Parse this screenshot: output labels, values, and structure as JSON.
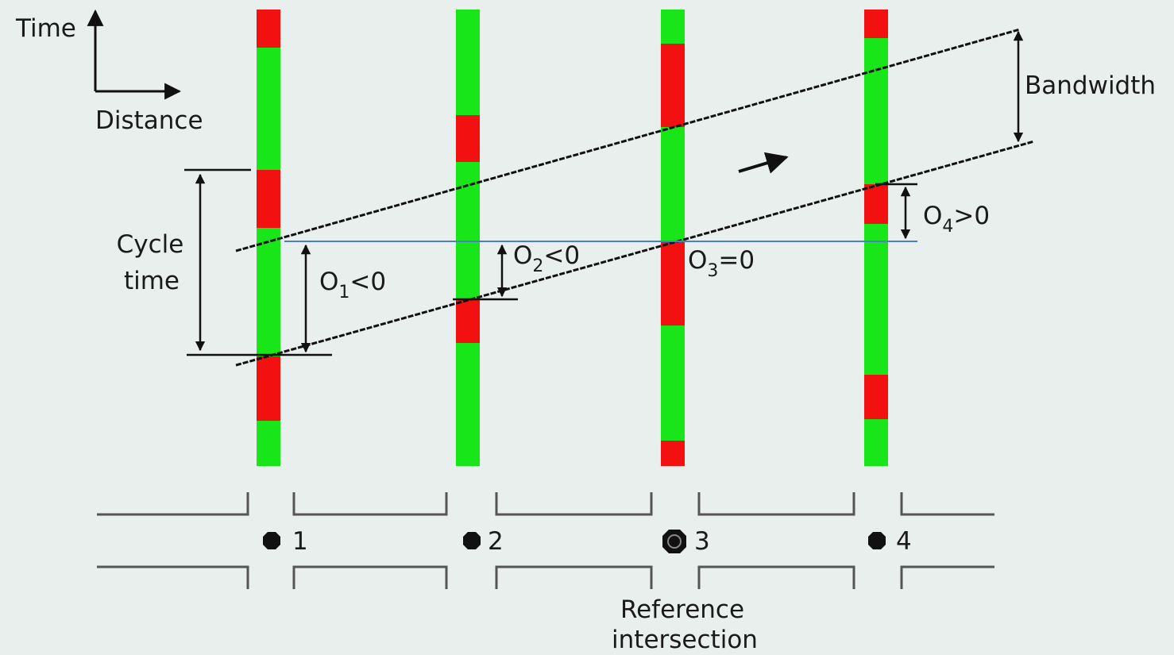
{
  "axes": {
    "time_label": "Time",
    "distance_label": "Distance"
  },
  "annotations": {
    "cycle_time_line1": "Cycle",
    "cycle_time_line2": "time",
    "bandwidth": "Bandwidth",
    "reference_line1": "Reference",
    "reference_line2": "intersection"
  },
  "offsets": [
    {
      "letter": "O",
      "sub": "1",
      "rel": "<0"
    },
    {
      "letter": "O",
      "sub": "2",
      "rel": "<0"
    },
    {
      "letter": "O",
      "sub": "3",
      "rel": "=0"
    },
    {
      "letter": "O",
      "sub": "4",
      "rel": ">0"
    }
  ],
  "intersections": [
    {
      "label": "1",
      "reference": false
    },
    {
      "label": "2",
      "reference": false
    },
    {
      "label": "3",
      "reference": true
    },
    {
      "label": "4",
      "reference": false
    }
  ],
  "colors": {
    "green": "#19e619",
    "red": "#f21010",
    "reference_line": "#4a7fd0",
    "ink": "#111111",
    "road": "#555555",
    "background": "#e9efec"
  },
  "signal_timing": [
    [
      {
        "state": "red",
        "from": 12,
        "to": 60
      },
      {
        "state": "green",
        "from": 60,
        "to": 214
      },
      {
        "state": "red",
        "from": 214,
        "to": 287
      },
      {
        "state": "green",
        "from": 287,
        "to": 449
      },
      {
        "state": "red",
        "from": 449,
        "to": 530
      },
      {
        "state": "green",
        "from": 530,
        "to": 587
      }
    ],
    [
      {
        "state": "green",
        "from": 12,
        "to": 145
      },
      {
        "state": "red",
        "from": 145,
        "to": 204
      },
      {
        "state": "green",
        "from": 204,
        "to": 376
      },
      {
        "state": "red",
        "from": 376,
        "to": 432
      },
      {
        "state": "green",
        "from": 432,
        "to": 587
      }
    ],
    [
      {
        "state": "green",
        "from": 12,
        "to": 55
      },
      {
        "state": "red",
        "from": 55,
        "to": 160
      },
      {
        "state": "green",
        "from": 160,
        "to": 305
      },
      {
        "state": "red",
        "from": 305,
        "to": 410
      },
      {
        "state": "green",
        "from": 410,
        "to": 555
      },
      {
        "state": "red",
        "from": 555,
        "to": 587
      }
    ],
    [
      {
        "state": "red",
        "from": 12,
        "to": 48
      },
      {
        "state": "green",
        "from": 48,
        "to": 232
      },
      {
        "state": "red",
        "from": 232,
        "to": 282
      },
      {
        "state": "green",
        "from": 282,
        "to": 472
      },
      {
        "state": "red",
        "from": 472,
        "to": 528
      },
      {
        "state": "green",
        "from": 528,
        "to": 587
      }
    ]
  ]
}
